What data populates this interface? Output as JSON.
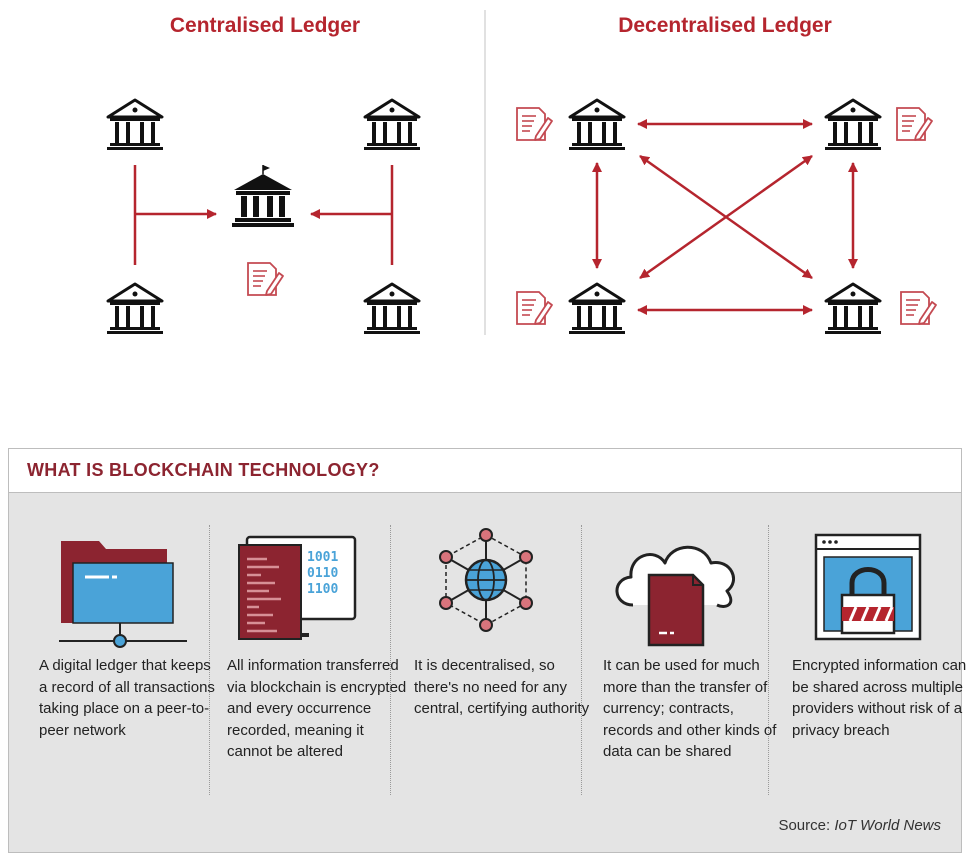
{
  "diagram": {
    "left_title": "Centralised Ledger",
    "right_title": "Decentralised Ledger"
  },
  "panel": {
    "title": "WHAT IS BLOCKCHAIN TECHNOLOGY?",
    "columns": [
      {
        "icon": "folder-network-icon",
        "text": "A digital ledger that keeps a record of all transactions taking place on a peer-to-peer network"
      },
      {
        "icon": "binary-monitor-icon",
        "text": "All information transferred via blockchain is encrypted and every occurrence recorded, meaning it cannot be altered"
      },
      {
        "icon": "globe-network-icon",
        "text": "It is decentralised, so there's no need for any central, certifying authority"
      },
      {
        "icon": "cloud-document-icon",
        "text": "It can be used for much more than the transfer of currency; contracts, records and other kinds of data can be shared"
      },
      {
        "icon": "padlock-browser-icon",
        "text": "Encrypted information can be shared across multiple providers without risk of a privacy breach"
      }
    ],
    "source_prefix": "Source: ",
    "source_name": "IoT World News"
  },
  "colors": {
    "accent": "#b5252e",
    "dark_red": "#8c2430",
    "blue": "#4aa3d8",
    "panel_bg": "#e4e4e4"
  }
}
